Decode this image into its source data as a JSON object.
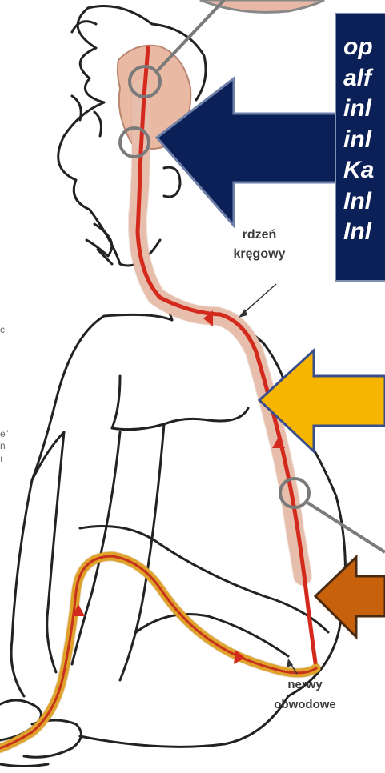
{
  "labels": {
    "spinal_cord": [
      "rdzeń",
      "kręgowy"
    ],
    "peripheral_nerves": [
      "nerwy",
      "obwodowe"
    ]
  },
  "text_box": {
    "lines": [
      "op",
      "alf",
      "inl",
      "inl",
      "Ka",
      "Inl",
      "Inl"
    ]
  },
  "edge_fragments": [
    "c",
    "e”",
    "n",
    "ı"
  ],
  "colors": {
    "navy_arrow": "#0c2058",
    "navy_arrow_outline": "#6f80a8",
    "yellow_arrow": "#f7b500",
    "yellow_arrow_outline": "#3b4e8c",
    "orange_arrow": "#c8610c",
    "orange_arrow_outline": "#4a2a10",
    "brain": "#e9b9a3",
    "spinal_canal": "#f0cbb8",
    "nerve_red": "#d42a1e",
    "nerve_yellow": "#f2b431",
    "circle_marker": "#7a7a7a",
    "outline": "#222222"
  }
}
